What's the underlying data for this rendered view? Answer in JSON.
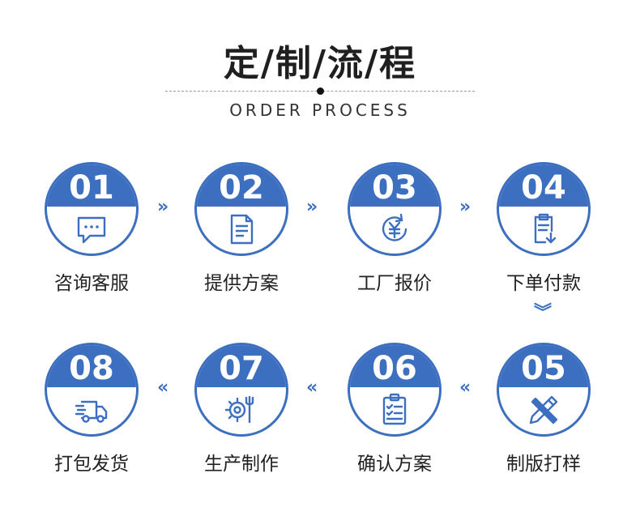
{
  "header": {
    "title": "定/制/流/程",
    "subtitle": "ORDER PROCESS"
  },
  "colors": {
    "accent": "#3d6fc0",
    "text": "#222222"
  },
  "steps": [
    {
      "num": "01",
      "label": "咨询客服",
      "icon": "chat-bubble-icon"
    },
    {
      "num": "02",
      "label": "提供方案",
      "icon": "document-icon"
    },
    {
      "num": "03",
      "label": "工厂报价",
      "icon": "yuan-refresh-icon"
    },
    {
      "num": "04",
      "label": "下单付款",
      "icon": "clipboard-download-icon"
    },
    {
      "num": "05",
      "label": "制版打样",
      "icon": "pencil-ruler-icon"
    },
    {
      "num": "06",
      "label": "确认方案",
      "icon": "checklist-icon"
    },
    {
      "num": "07",
      "label": "生产制作",
      "icon": "gear-wrench-icon"
    },
    {
      "num": "08",
      "label": "打包发货",
      "icon": "delivery-truck-icon"
    }
  ],
  "arrows": {
    "right": "»",
    "down": "︾",
    "left": "«"
  }
}
